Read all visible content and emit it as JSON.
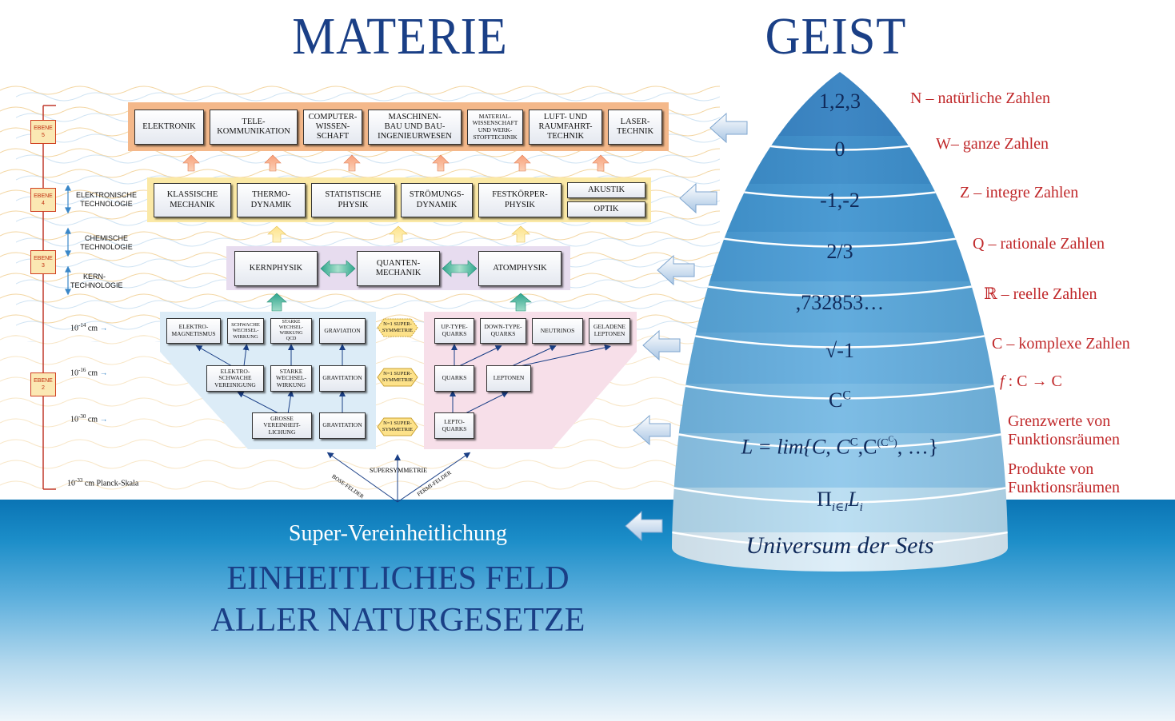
{
  "titles": {
    "left": "MATERIE",
    "right": "GEIST"
  },
  "bottom": {
    "subtitle": "Super-Vereinheitlichung",
    "line1": "EINHEITLICHES FELD",
    "line2": "ALLER NATURGESETZE"
  },
  "levels": {
    "e5": [
      "EBENE",
      "5"
    ],
    "e4": [
      "EBENE",
      "4"
    ],
    "e3": [
      "EBENE",
      "3"
    ],
    "e2": [
      "EBENE",
      "2"
    ],
    "elektronisch": [
      "ELEKTRONISCHE",
      "TECHNOLOGIE"
    ],
    "chemisch": [
      "CHEMISCHE",
      "TECHNOLOGIE"
    ],
    "kern": [
      "KERN-",
      "TECHNOLOGIE"
    ]
  },
  "scales": {
    "s14": {
      "base": "10",
      "exp": "-14",
      "unit": " cm"
    },
    "s16": {
      "base": "10",
      "exp": "-16",
      "unit": " cm"
    },
    "s30": {
      "base": "10",
      "exp": "-30",
      "unit": " cm"
    },
    "s33": {
      "base": "10",
      "exp": "-33",
      "unit": " cm Planck-Skala"
    }
  },
  "technology": [
    [
      "ELEKTRONIK"
    ],
    [
      "TELE-",
      "KOMMUNIKATION"
    ],
    [
      "COMPUTER-",
      "WISSEN-",
      "SCHAFT"
    ],
    [
      "MASCHINEN-",
      "BAU UND BAU-",
      "INGENIEURWESEN"
    ],
    [
      "MATERIAL-",
      "WISSENSCHAFT",
      "UND WERK-",
      "STOFFTECHNIK"
    ],
    [
      "LUFT- UND",
      "RAUMFAHRT-",
      "TECHNIK"
    ],
    [
      "LASER-",
      "TECHNIK"
    ]
  ],
  "physics": [
    [
      "KLASSISCHE",
      "MECHANIK"
    ],
    [
      "THERMO-",
      "DYNAMIK"
    ],
    [
      "STATISTISCHE",
      "PHYSIK"
    ],
    [
      "STRÖMUNGS-",
      "DYNAMIK"
    ],
    [
      "FESTKÖRPER-",
      "PHYSIK"
    ]
  ],
  "physics_extra": [
    "AKUSTIK",
    "OPTIK"
  ],
  "core": [
    [
      "KERNPHYSIK"
    ],
    [
      "QUANTEN-",
      "MECHANIK"
    ],
    [
      "ATOMPHYSIK"
    ]
  ],
  "forces_row1": [
    [
      "ELEKTRO-",
      "MAGNETISMUS"
    ],
    [
      "SCHWACHE",
      "WECHSEL-",
      "WIRKUNG"
    ],
    [
      "STARKE",
      "WECHSEL-",
      "WIRKUNG",
      "QCD"
    ],
    [
      "GRAVIATION"
    ]
  ],
  "forces_row2": [
    [
      "ELEKTRO-",
      "SCHWACHE",
      "VEREINIGUNG"
    ],
    [
      "STARKE",
      "WECHSEL-",
      "WIRKUNG"
    ],
    [
      "GRAVITATION"
    ]
  ],
  "forces_row3": [
    [
      "GROSSE",
      "VEREINHEIT-",
      "LICHUNG"
    ],
    [
      "GRAVITATION"
    ]
  ],
  "particles_row1": [
    [
      "UP-TYPE-",
      "QUARKS"
    ],
    [
      "DOWN-TYPE-",
      "QUARKS"
    ],
    [
      "NEUTRINOS"
    ],
    [
      "GELADENE",
      "LEPTONEN"
    ]
  ],
  "particles_row2": [
    [
      "QUARKS"
    ],
    [
      "LEPTONEN"
    ]
  ],
  "particles_row3": [
    [
      "LEPTO-",
      "QUARKS"
    ]
  ],
  "susy": [
    "N=1 SUPER-",
    "SYMMETRIE"
  ],
  "field_labels": {
    "supersymmetry": "SUPERSYMMETRIE",
    "bose": "BOSE-FELDER",
    "fermi": "FERMI-FELDER"
  },
  "layers": [
    "1,2,3",
    "0",
    "-1,-2",
    "2/3",
    ",732853…",
    "√-1",
    "C",
    "L = lim{C, C",
    "Π",
    "Universum der Sets"
  ],
  "layer_parts": {
    "cc_sup": "C",
    "lim_rest": ", …}",
    "pi_sub": "i∈I",
    "pi_L": "L",
    "pi_Li": "i"
  },
  "number_sets": [
    {
      "sym": "N",
      "text": " – natürliche Zahlen"
    },
    {
      "sym": "W",
      "text": "–  ganze Zahlen"
    },
    {
      "sym": "Z",
      "text": " – integre Zahlen"
    },
    {
      "sym": "Q",
      "text": " – rationale Zahlen"
    },
    {
      "sym": "ℝ",
      "text": " – reelle Zahlen"
    },
    {
      "sym": "C",
      "text": " – komplexe Zahlen"
    },
    {
      "sym": "f",
      "text": " : C → C"
    },
    {
      "sym": "",
      "text": "Grenzwerte von Funktionsräumen"
    },
    {
      "sym": "",
      "text": "Produkte von Funktionsräumen"
    }
  ],
  "colors": {
    "title": "#1a3f86",
    "sets": "#c0282a",
    "band_tech": "#f4b88a",
    "band_phys": "#fbe9a6",
    "band_core": "#e7dcef",
    "band_forces": "#dcecf7",
    "band_particles": "#f7dfe9"
  }
}
